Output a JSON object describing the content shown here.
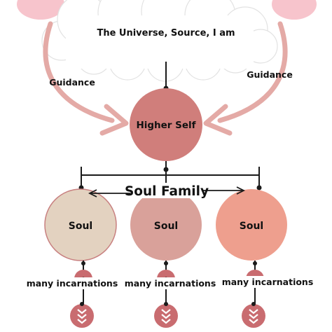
{
  "source": {
    "label": "The Universe, Source, I am"
  },
  "guidance": {
    "left": "Guidance",
    "right": "Guidance"
  },
  "higher_self": {
    "label": "Higher Self"
  },
  "soul_family": {
    "label": "Soul Family"
  },
  "souls": [
    {
      "label": "Soul",
      "incarnations": "many incarnations",
      "color": "#e3d2c0"
    },
    {
      "label": "Soul",
      "incarnations": "many incarnations",
      "color": "#d9a19a"
    },
    {
      "label": "Soul",
      "incarnations": "many incarnations",
      "color": "#ee9f8e"
    }
  ],
  "colors": {
    "higher_self": "#d07e7b",
    "arrow": "#e4aaa6",
    "connector": "#1a1a1a",
    "incarnation_dot": "#c96c70",
    "cloud_glow": "#f7c4cc"
  }
}
